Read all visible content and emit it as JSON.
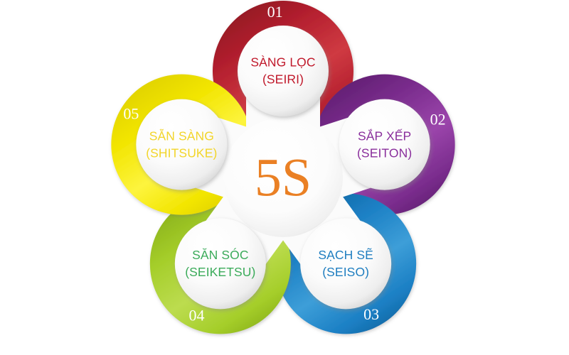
{
  "diagram": {
    "title": "5S",
    "center_label": "5S",
    "center_color": "#ea8024",
    "background_color": "#ffffff",
    "type": "five-petal-ring-flower",
    "petals": [
      {
        "number": "01",
        "name_vi": "SÀNG LỌC",
        "name_jp": "(SEIRI)",
        "color": "#b5202f",
        "color_light": "#cf3a42",
        "color_dark": "#8e1722",
        "text_color": "#c0192b",
        "number_color": "#ffffff",
        "angle_deg": -90
      },
      {
        "number": "02",
        "name_vi": "SẮP XẾP",
        "name_jp": "(SEITON)",
        "color": "#7b2d8e",
        "color_light": "#9b45ab",
        "color_dark": "#5d1d6e",
        "text_color": "#8a2f9c",
        "number_color": "#ffffff",
        "angle_deg": -18
      },
      {
        "number": "03",
        "name_vi": "SẠCH SẼ",
        "name_jp": "(SEISO)",
        "color": "#1b7fc4",
        "color_light": "#3d9ed8",
        "color_dark": "#13639c",
        "text_color": "#1f7ec0",
        "number_color": "#ffffff",
        "angle_deg": 54
      },
      {
        "number": "04",
        "name_vi": "SĂN SÓC",
        "name_jp": "(SEIKETSU)",
        "color": "#a5ce2a",
        "color_light": "#bcdc4f",
        "color_dark": "#86ad18",
        "text_color": "#3bab5a",
        "number_color": "#ffffff",
        "angle_deg": 126
      },
      {
        "number": "05",
        "name_vi": "SẴN SÀNG",
        "name_jp": "(SHITSUKE)",
        "color": "#f2e500",
        "color_light": "#fdf43e",
        "color_dark": "#ddcf00",
        "text_color": "#f2d52a",
        "number_color": "#ffffff",
        "angle_deg": 198
      }
    ]
  }
}
